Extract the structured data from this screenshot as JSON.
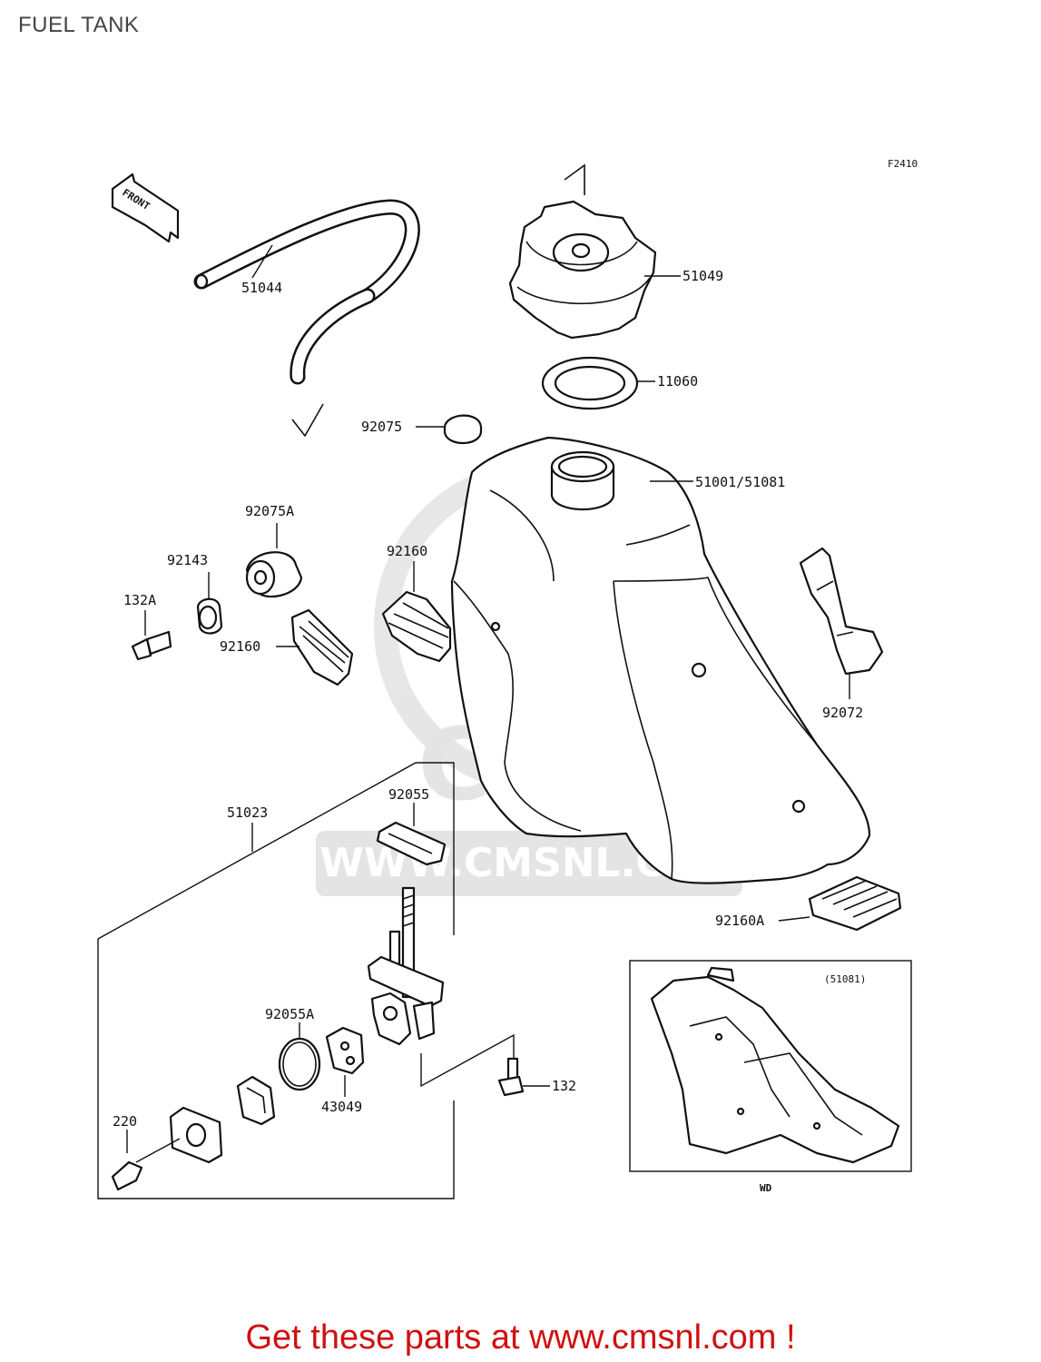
{
  "page": {
    "title": "FUEL TANK"
  },
  "diagram": {
    "figure_code": "F2410",
    "direction_label": "FRONT",
    "variant_box": {
      "label": "(51081)",
      "model": "WD"
    },
    "parts": [
      {
        "number": "51044"
      },
      {
        "number": "51049"
      },
      {
        "number": "11060"
      },
      {
        "number": "92075"
      },
      {
        "number": "51001/51081"
      },
      {
        "number": "92075A"
      },
      {
        "number": "92143"
      },
      {
        "number": "132A"
      },
      {
        "number": "92160"
      },
      {
        "number": "92160"
      },
      {
        "number": "92072"
      },
      {
        "number": "51023"
      },
      {
        "number": "92055"
      },
      {
        "number": "92160A"
      },
      {
        "number": "92055A"
      },
      {
        "number": "43049"
      },
      {
        "number": "132"
      },
      {
        "number": "220"
      }
    ]
  },
  "watermark": {
    "brand": "CMS",
    "url_text": "WWW.CMSNL.COM"
  },
  "footer": {
    "cta": "Get these parts at www.cmsnl.com !"
  }
}
